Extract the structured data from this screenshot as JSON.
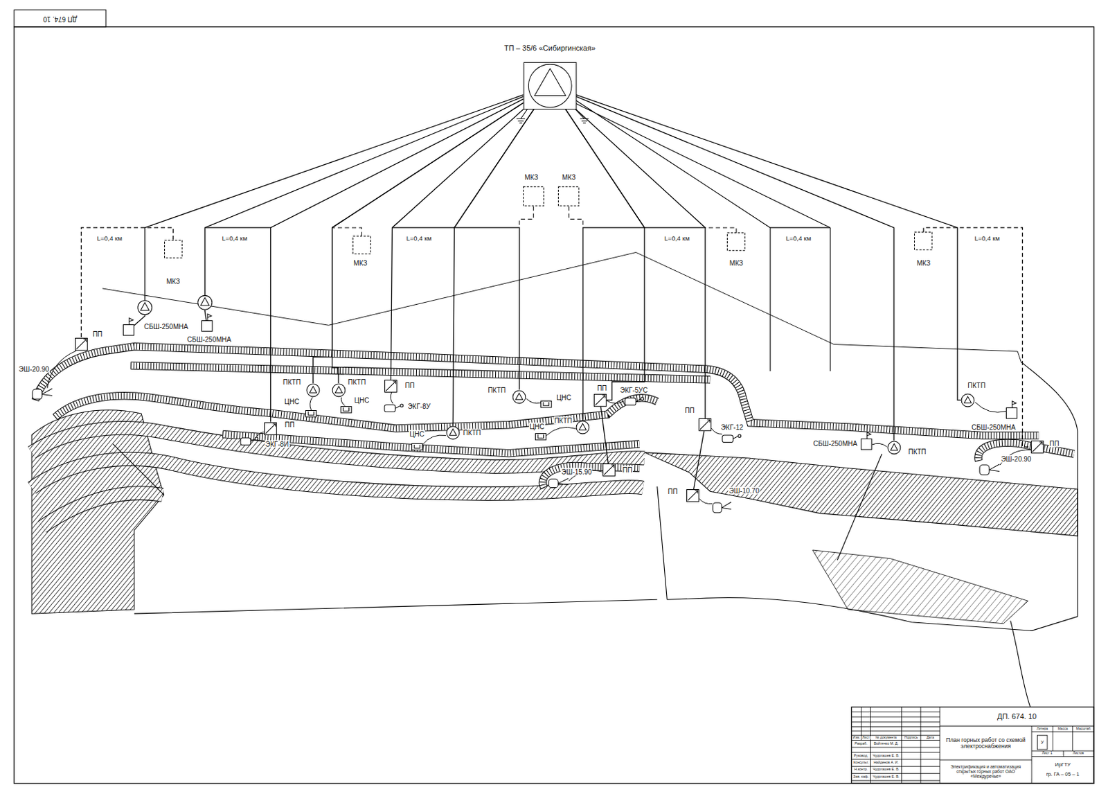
{
  "diagram": {
    "nodes": [
      {
        "text": [
          "ТП – 35/6 «Сибиргинская»"
        ]
      },
      {
        "text": [
          "МКЗ"
        ]
      },
      {
        "text": [
          "МКЗ"
        ]
      },
      {
        "text": [
          "МКЗ"
        ]
      },
      {
        "text": [
          "МКЗ"
        ]
      },
      {
        "text": [
          "МКЗ"
        ]
      },
      {
        "text": [
          "МКЗ"
        ]
      },
      {
        "text": [
          "ПП"
        ]
      },
      {
        "text": [
          "СБШ-250МНА"
        ]
      },
      {
        "text": [
          "СБШ-250МНА"
        ]
      },
      {
        "text": [
          "ЭШ-20.90"
        ]
      },
      {
        "text": [
          "ПКТП"
        ]
      },
      {
        "text": [
          "ПКТП"
        ]
      },
      {
        "text": [
          "ЦНС"
        ]
      },
      {
        "text": [
          "ЦНС"
        ]
      },
      {
        "text": [
          "ПП"
        ]
      },
      {
        "text": [
          "ЭКГ-8У"
        ]
      },
      {
        "text": [
          "ПКТП"
        ]
      },
      {
        "text": [
          "ЦНС"
        ]
      },
      {
        "text": [
          "ПП"
        ]
      },
      {
        "text": [
          "ЭКГ-5УС"
        ]
      },
      {
        "text": [
          "ПП"
        ]
      },
      {
        "text": [
          "ЭКГ-8И"
        ]
      },
      {
        "text": [
          "ЦНС"
        ]
      },
      {
        "text": [
          "ПКТП"
        ]
      },
      {
        "text": [
          "ЦНС"
        ]
      },
      {
        "text": [
          "ПКТП"
        ]
      },
      {
        "text": [
          "ПП"
        ]
      },
      {
        "text": [
          "ЭКГ-12"
        ]
      },
      {
        "text": [
          "ПКТП"
        ]
      },
      {
        "text": [
          "СБШ-250МНА"
        ]
      },
      {
        "text": [
          "СБШ-250МНА"
        ]
      },
      {
        "text": [
          "ПКТП"
        ]
      },
      {
        "text": [
          "ПП"
        ]
      },
      {
        "text": [
          "ЭШ-20.90"
        ]
      },
      {
        "text": [
          "ЭШ-15.90"
        ]
      },
      {
        "text": [
          "ПП"
        ]
      },
      {
        "text": [
          "ПП"
        ]
      },
      {
        "text": [
          "ЭШ-10.70"
        ]
      }
    ],
    "edges": [
      {
        "from": 0,
        "to": 8,
        "arrow": "none"
      },
      {
        "from": 0,
        "to": 9,
        "arrow": "none"
      },
      {
        "from": 3,
        "to": 7,
        "arrow": "none"
      },
      {
        "from": 7,
        "to": 10,
        "arrow": "none"
      },
      {
        "from": 0,
        "to": 21,
        "arrow": "none"
      },
      {
        "from": 21,
        "to": 22,
        "arrow": "none"
      },
      {
        "from": 0,
        "to": 11,
        "arrow": "none"
      },
      {
        "from": 0,
        "to": 12,
        "arrow": "none"
      },
      {
        "from": 11,
        "to": 13,
        "arrow": "none"
      },
      {
        "from": 12,
        "to": 14,
        "arrow": "none"
      },
      {
        "from": 0,
        "to": 15,
        "arrow": "none"
      },
      {
        "from": 15,
        "to": 16,
        "arrow": "none"
      },
      {
        "from": 0,
        "to": 24,
        "arrow": "none"
      },
      {
        "from": 24,
        "to": 23,
        "arrow": "none"
      },
      {
        "from": 0,
        "to": 17,
        "arrow": "none"
      },
      {
        "from": 17,
        "to": 18,
        "arrow": "none"
      },
      {
        "from": 0,
        "to": 26,
        "arrow": "none"
      },
      {
        "from": 26,
        "to": 25,
        "arrow": "none"
      },
      {
        "from": 0,
        "to": 19,
        "arrow": "none"
      },
      {
        "from": 19,
        "to": 20,
        "arrow": "none"
      },
      {
        "from": 19,
        "to": 36,
        "arrow": "none"
      },
      {
        "from": 36,
        "to": 35,
        "arrow": "none"
      },
      {
        "from": 0,
        "to": 27,
        "arrow": "none"
      },
      {
        "from": 27,
        "to": 28,
        "arrow": "none"
      },
      {
        "from": 27,
        "to": 37,
        "arrow": "none"
      },
      {
        "from": 37,
        "to": 38,
        "arrow": "none"
      },
      {
        "from": 0,
        "to": 32,
        "arrow": "none"
      },
      {
        "from": 32,
        "to": 31,
        "arrow": "none"
      },
      {
        "from": 0,
        "to": 29,
        "arrow": "none"
      },
      {
        "from": 29,
        "to": 30,
        "arrow": "none"
      },
      {
        "from": 6,
        "to": 33,
        "arrow": "none"
      },
      {
        "from": 33,
        "to": 34,
        "arrow": "none"
      }
    ],
    "labels": [
      "ДП 674. 10",
      "L=0,4 км",
      "L=0,4 км",
      "L=0,4 км",
      "L=0,4 км",
      "L=0,4 км",
      "L=0,4 км",
      "ДП. 674. 10",
      "План горных работ со схемой электроснабжения",
      "Электрификация и автоматизация открытых горных работ ОАО «Междуречье»",
      "Литера",
      "Масса",
      "Масштаб",
      "У",
      "Лист 1",
      "Листов",
      "ИрГТУ",
      "гр. ГА – 05 – 1",
      "Изм.",
      "Лист",
      "№ документа",
      "Подпись",
      "Дата",
      "Разраб.",
      "Войтенко М. Д.",
      "Руковод.",
      "Чудогашев Е. В.",
      "Консульт.",
      "Найденов А. И.",
      "Н.контр.",
      "Чудогашев Е. В.",
      "Зав. каф.",
      "Чудогашев Е. В."
    ]
  }
}
